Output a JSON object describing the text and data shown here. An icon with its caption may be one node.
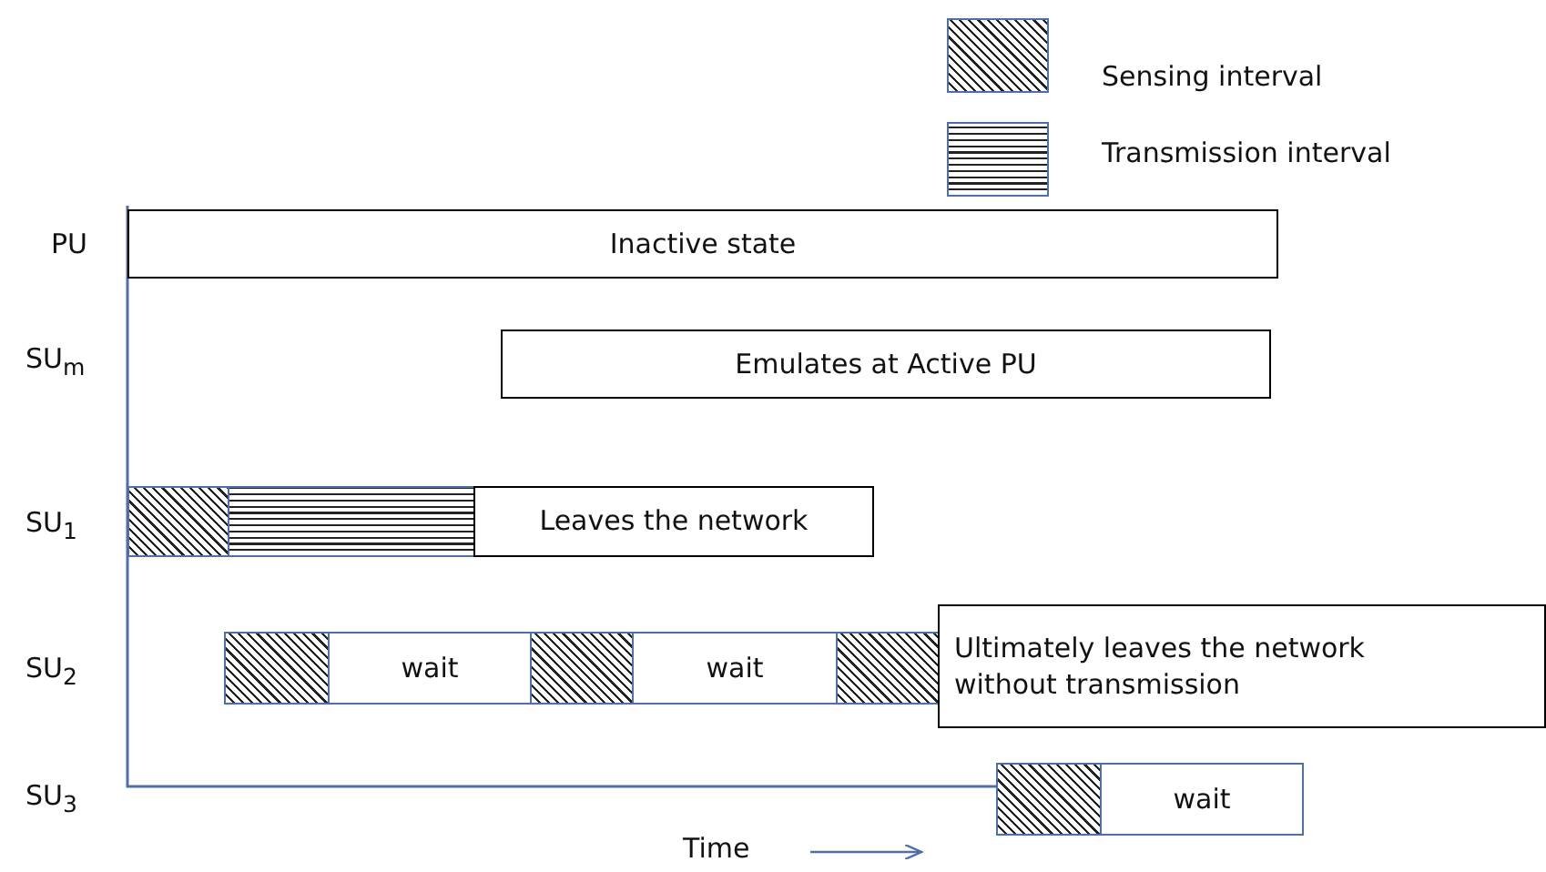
{
  "diagram": {
    "nodes": [
      {
        "text": [
          "Inactive state"
        ]
      },
      {
        "text": [
          "Emulates at Active PU"
        ]
      },
      {
        "text": [],
        "shape": "box"
      },
      {
        "text": [],
        "shape": "box"
      },
      {
        "text": [
          "Leaves the network"
        ]
      },
      {
        "text": [],
        "shape": "box"
      },
      {
        "text": [
          "wait"
        ]
      },
      {
        "text": [],
        "shape": "box"
      },
      {
        "text": [
          "wait"
        ]
      },
      {
        "text": [],
        "shape": "box"
      },
      {
        "text": [
          "Ultimately leaves the network without transmission"
        ]
      },
      {
        "text": [],
        "shape": "box"
      },
      {
        "text": [
          "wait"
        ]
      }
    ],
    "labels": [
      "PU",
      "SU$_{m}$",
      "SU$_{1}$",
      "SU$_{2}$",
      "SU$_{3}$",
      "Time"
    ],
    "legend": [
      {
        "text": "Sensing interval"
      },
      {
        "text": "Transmission interval"
      }
    ]
  }
}
